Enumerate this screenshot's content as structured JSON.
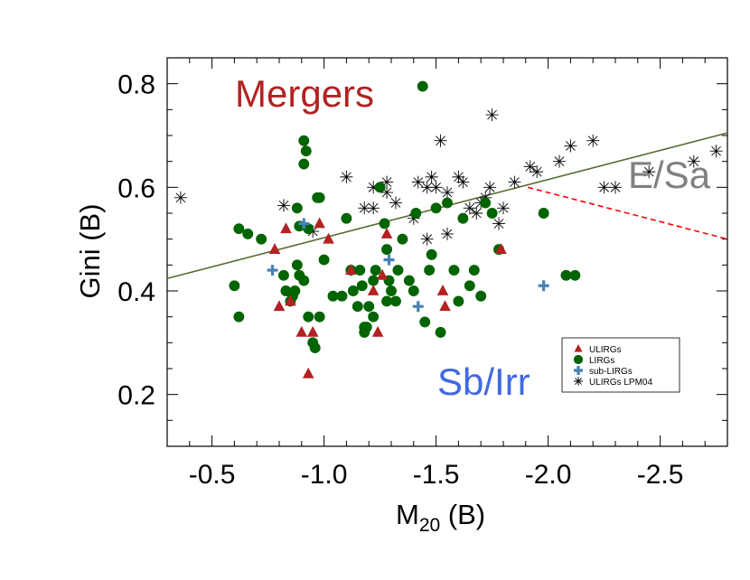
{
  "chart_data": {
    "type": "scatter",
    "xlabel_main": "M",
    "xlabel_sub": "20",
    "xlabel_unit": " (B)",
    "ylabel": "Gini (B)",
    "xlim": [
      -0.3,
      -2.8
    ],
    "ylim": [
      0.1,
      0.85
    ],
    "x_ticks": [
      -0.5,
      -1.0,
      -1.5,
      -2.0,
      -2.5
    ],
    "x_tick_labels": [
      "-0.5",
      "-1.0",
      "-1.5",
      "-2.0",
      "-2.5"
    ],
    "y_ticks": [
      0.2,
      0.4,
      0.6,
      0.8
    ],
    "y_tick_labels": [
      "0.2",
      "0.4",
      "0.6",
      "0.8"
    ],
    "annotations": [
      {
        "text": "Mergers",
        "color": "#b22222"
      },
      {
        "text": "E/Sa",
        "color": "#808080"
      },
      {
        "text": "Sb/Irr",
        "color": "#4169e1"
      }
    ],
    "lines": [
      {
        "kind": "solid",
        "color": "#556b2f",
        "x": [
          -0.3,
          -2.8
        ],
        "y": [
          0.424,
          0.705
        ]
      },
      {
        "kind": "dashed",
        "color": "#ff0000",
        "x": [
          -1.91,
          -2.8
        ],
        "y": [
          0.6,
          0.5
        ]
      }
    ],
    "legend_position": "lower-right",
    "series": [
      {
        "name": "ULIRGs",
        "marker": "triangle",
        "color": "#b22222",
        "points": [
          [
            -0.78,
            0.48
          ],
          [
            -0.83,
            0.52
          ],
          [
            -0.98,
            0.53
          ],
          [
            -1.02,
            0.5
          ],
          [
            -1.12,
            0.44
          ],
          [
            -1.22,
            0.4
          ],
          [
            -1.26,
            0.43
          ],
          [
            -1.28,
            0.51
          ],
          [
            -1.24,
            0.32
          ],
          [
            -0.95,
            0.32
          ],
          [
            -0.9,
            0.32
          ],
          [
            -0.8,
            0.37
          ],
          [
            -0.85,
            0.38
          ],
          [
            -0.93,
            0.24
          ],
          [
            -1.53,
            0.4
          ],
          [
            -1.54,
            0.37
          ],
          [
            -1.79,
            0.48
          ]
        ]
      },
      {
        "name": "LIRGs",
        "marker": "circle",
        "color": "#006400",
        "points": [
          [
            -1.44,
            0.795
          ],
          [
            -0.91,
            0.69
          ],
          [
            -0.92,
            0.67
          ],
          [
            -0.91,
            0.645
          ],
          [
            -0.97,
            0.58
          ],
          [
            -0.98,
            0.58
          ],
          [
            -0.93,
            0.52
          ],
          [
            -0.89,
            0.525
          ],
          [
            -0.62,
            0.52
          ],
          [
            -0.66,
            0.51
          ],
          [
            -0.72,
            0.5
          ],
          [
            -0.88,
            0.56
          ],
          [
            -0.6,
            0.41
          ],
          [
            -0.62,
            0.35
          ],
          [
            -0.82,
            0.43
          ],
          [
            -0.83,
            0.4
          ],
          [
            -0.85,
            0.38
          ],
          [
            -0.86,
            0.39
          ],
          [
            -0.87,
            0.4
          ],
          [
            -0.88,
            0.45
          ],
          [
            -0.89,
            0.43
          ],
          [
            -0.91,
            0.42
          ],
          [
            -0.93,
            0.35
          ],
          [
            -0.95,
            0.3
          ],
          [
            -0.96,
            0.29
          ],
          [
            -0.98,
            0.35
          ],
          [
            -1.0,
            0.46
          ],
          [
            -1.04,
            0.39
          ],
          [
            -1.08,
            0.39
          ],
          [
            -1.1,
            0.54
          ],
          [
            -1.12,
            0.44
          ],
          [
            -1.13,
            0.4
          ],
          [
            -1.15,
            0.37
          ],
          [
            -1.16,
            0.44
          ],
          [
            -1.17,
            0.41
          ],
          [
            -1.18,
            0.32
          ],
          [
            -1.19,
            0.33
          ],
          [
            -1.2,
            0.37
          ],
          [
            -1.22,
            0.42
          ],
          [
            -1.23,
            0.44
          ],
          [
            -1.25,
            0.6
          ],
          [
            -1.27,
            0.53
          ],
          [
            -1.28,
            0.48
          ],
          [
            -1.29,
            0.42
          ],
          [
            -1.3,
            0.4
          ],
          [
            -1.32,
            0.38
          ],
          [
            -1.33,
            0.44
          ],
          [
            -1.35,
            0.5
          ],
          [
            -1.38,
            0.42
          ],
          [
            -1.4,
            0.4
          ],
          [
            -1.41,
            0.55
          ],
          [
            -1.45,
            0.34
          ],
          [
            -1.47,
            0.44
          ],
          [
            -1.48,
            0.47
          ],
          [
            -1.5,
            0.56
          ],
          [
            -1.52,
            0.32
          ],
          [
            -1.55,
            0.57
          ],
          [
            -1.58,
            0.44
          ],
          [
            -1.6,
            0.38
          ],
          [
            -1.62,
            0.54
          ],
          [
            -1.65,
            0.41
          ],
          [
            -1.67,
            0.44
          ],
          [
            -1.7,
            0.39
          ],
          [
            -1.72,
            0.57
          ],
          [
            -1.75,
            0.55
          ],
          [
            -1.78,
            0.48
          ],
          [
            -1.98,
            0.55
          ],
          [
            -2.08,
            0.43
          ],
          [
            -2.12,
            0.43
          ],
          [
            -1.22,
            0.35
          ],
          [
            -1.18,
            0.33
          ],
          [
            -1.28,
            0.38
          ]
        ]
      },
      {
        "name": "sub-LIRGs",
        "marker": "plus",
        "color": "#4682b4",
        "points": [
          [
            -0.91,
            0.53
          ],
          [
            -0.77,
            0.44
          ],
          [
            -1.29,
            0.46
          ],
          [
            -1.42,
            0.37
          ],
          [
            -1.98,
            0.41
          ]
        ]
      },
      {
        "name": "ULIRGs LPM04",
        "marker": "asterisk",
        "color": "#000000",
        "points": [
          [
            -0.36,
            0.58
          ],
          [
            -0.82,
            0.565
          ],
          [
            -0.95,
            0.515
          ],
          [
            -1.1,
            0.62
          ],
          [
            -1.18,
            0.56
          ],
          [
            -1.22,
            0.56
          ],
          [
            -1.28,
            0.61
          ],
          [
            -1.32,
            0.57
          ],
          [
            -1.28,
            0.59
          ],
          [
            -1.4,
            0.54
          ],
          [
            -1.42,
            0.61
          ],
          [
            -1.46,
            0.6
          ],
          [
            -1.48,
            0.62
          ],
          [
            -1.5,
            0.6
          ],
          [
            -1.55,
            0.51
          ],
          [
            -1.55,
            0.59
          ],
          [
            -1.6,
            0.62
          ],
          [
            -1.62,
            0.61
          ],
          [
            -1.65,
            0.56
          ],
          [
            -1.68,
            0.55
          ],
          [
            -1.7,
            0.57
          ],
          [
            -1.72,
            0.58
          ],
          [
            -1.74,
            0.6
          ],
          [
            -1.78,
            0.53
          ],
          [
            -1.8,
            0.56
          ],
          [
            -1.85,
            0.61
          ],
          [
            -1.92,
            0.64
          ],
          [
            -1.95,
            0.63
          ],
          [
            -2.05,
            0.65
          ],
          [
            -2.1,
            0.68
          ],
          [
            -2.2,
            0.69
          ],
          [
            -2.25,
            0.6
          ],
          [
            -2.3,
            0.6
          ],
          [
            -2.45,
            0.63
          ],
          [
            -2.65,
            0.65
          ],
          [
            -2.75,
            0.67
          ],
          [
            -1.75,
            0.74
          ],
          [
            -1.52,
            0.69
          ],
          [
            -1.22,
            0.6
          ],
          [
            -1.46,
            0.5
          ]
        ]
      }
    ]
  }
}
